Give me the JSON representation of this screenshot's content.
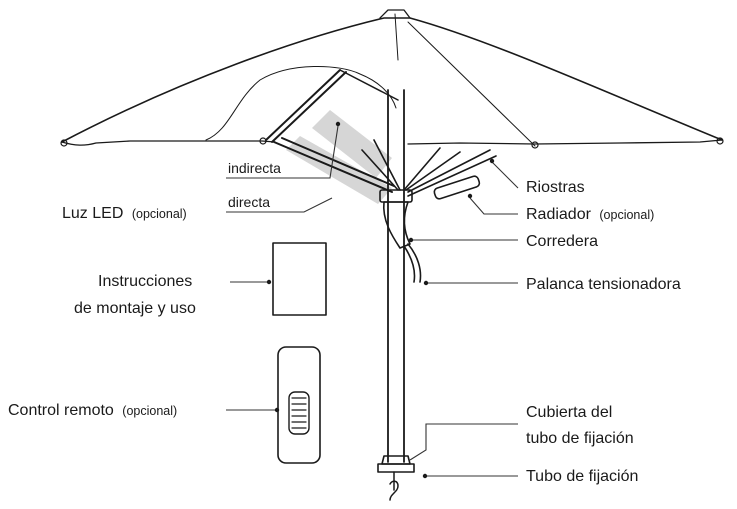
{
  "labels": {
    "indirecta": "indirecta",
    "directa": "directa",
    "luz_led": "Luz LED",
    "luz_led_opt": "(opcional)",
    "instrucciones_1": "Instrucciones",
    "instrucciones_2": "de montaje y uso",
    "control_remoto": "Control remoto",
    "control_remoto_opt": "(opcional)",
    "riostras": "Riostras",
    "radiador": "Radiador",
    "radiador_opt": "(opcional)",
    "corredera": "Corredera",
    "palanca": "Palanca tensionadora",
    "cubierta_1": "Cubierta del",
    "cubierta_2": "tubo de fijación",
    "tubo": "Tubo de fijación"
  },
  "colors": {
    "line": "#1a1a1a",
    "led_glow": "#c8c8c8",
    "background": "#ffffff"
  }
}
